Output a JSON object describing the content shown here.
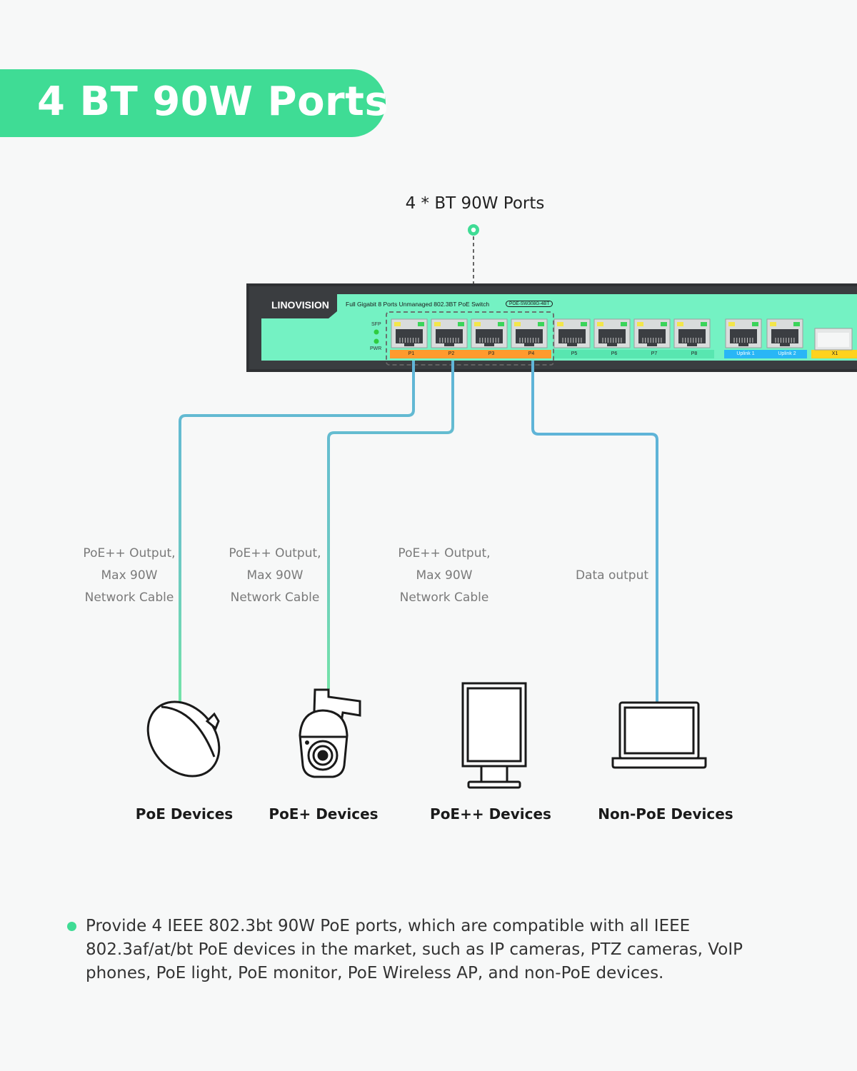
{
  "banner": {
    "title": "4 BT 90W Ports"
  },
  "callout": {
    "label": "4 * BT 90W Ports"
  },
  "switch": {
    "brand": "LINOVISION",
    "description": "Full Gigabit 8 Ports Unmanaged 802.3BT PoE Switch",
    "model": "POE-SW308G-4BT",
    "indicators": [
      "SFP",
      "PWR"
    ],
    "ports": [
      {
        "label": "P1",
        "type": "bt"
      },
      {
        "label": "P2",
        "type": "bt"
      },
      {
        "label": "P3",
        "type": "bt"
      },
      {
        "label": "P4",
        "type": "bt"
      },
      {
        "label": "P5",
        "type": "poe"
      },
      {
        "label": "P6",
        "type": "poe"
      },
      {
        "label": "P7",
        "type": "poe"
      },
      {
        "label": "P8",
        "type": "poe"
      }
    ],
    "uplinks": [
      {
        "label": "Uplink 1"
      },
      {
        "label": "Uplink 2"
      }
    ],
    "sfp": {
      "label": "X1"
    }
  },
  "cables": [
    {
      "lines": [
        "PoE++ Output,",
        "Max 90W",
        "Network Cable"
      ]
    },
    {
      "lines": [
        "PoE++ Output,",
        "Max 90W",
        "Network Cable"
      ]
    },
    {
      "lines": [
        "PoE++ Output,",
        "Max 90W",
        "Network Cable"
      ]
    },
    {
      "lines": [
        "Data output"
      ]
    }
  ],
  "devices": [
    {
      "label": "PoE Devices",
      "icon": "wireless-ap-icon"
    },
    {
      "label": "PoE+ Devices",
      "icon": "ptz-camera-icon"
    },
    {
      "label": "PoE++ Devices",
      "icon": "monitor-icon"
    },
    {
      "label": "Non-PoE Devices",
      "icon": "laptop-icon"
    }
  ],
  "colors": {
    "accent": "#3fdc95",
    "switch_body": "#3a3d40",
    "switch_panel": "#74f2c3",
    "bt_strip": "#ff9a2e",
    "uplink_strip": "#29b6f6",
    "sfp_strip": "#ffd21e",
    "cable": "#5fb4d8"
  },
  "footer": {
    "text": "Provide 4 IEEE 802.3bt 90W PoE ports, which are compatible with all IEEE  802.3af/at/bt PoE devices in the market, such as IP cameras, PTZ cameras, VoIP phones, PoE light, PoE monitor, PoE Wireless AP, and non-PoE devices."
  }
}
